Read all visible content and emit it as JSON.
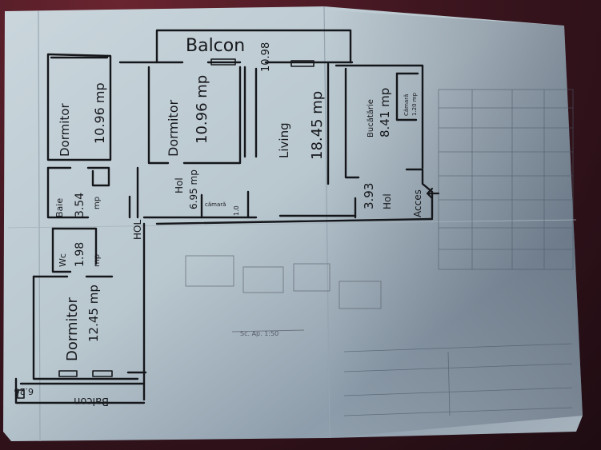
{
  "plan": {
    "balcony": {
      "label": "Balcon",
      "area": "10.98"
    },
    "rooms": {
      "dormitor_top_left": {
        "name": "Dormitor",
        "area": "10.96 mp"
      },
      "dormitor_top_center": {
        "name": "Dormitor",
        "area": "10.96 mp"
      },
      "living": {
        "name": "Living",
        "area": "18.45 mp"
      },
      "bucatarie": {
        "name": "Bucătărie",
        "area": "8.41 mp"
      },
      "camara_kitchen": {
        "name": "Cămară",
        "area": "1.20 mp"
      },
      "hol_center": {
        "name": "Hol",
        "area": "6.95 mp"
      },
      "camara_center": {
        "name": "cămară",
        "area": "1.0"
      },
      "hol_right": {
        "name": "Hol",
        "area": "3.93"
      },
      "acces": {
        "label": "Acces"
      },
      "baie": {
        "name": "Baie",
        "area": "3.54",
        "unit": "mp"
      },
      "hol_left": {
        "name": "HOL"
      },
      "wc": {
        "name": "Wc",
        "area": "1.98",
        "unit": "mp"
      },
      "dormitor_bottom": {
        "name": "Dormitor",
        "area": "12.45 mp"
      },
      "balcony_bottom": {
        "name": "Balcon",
        "area": "6.26"
      }
    },
    "faint_text": {
      "center_note": "Sc. Ap. 1:50"
    }
  },
  "colors": {
    "paper": "#c3d0d6",
    "paper_shadow": "#8a98a6",
    "ink": "#14161a",
    "background": "#3e1620"
  }
}
